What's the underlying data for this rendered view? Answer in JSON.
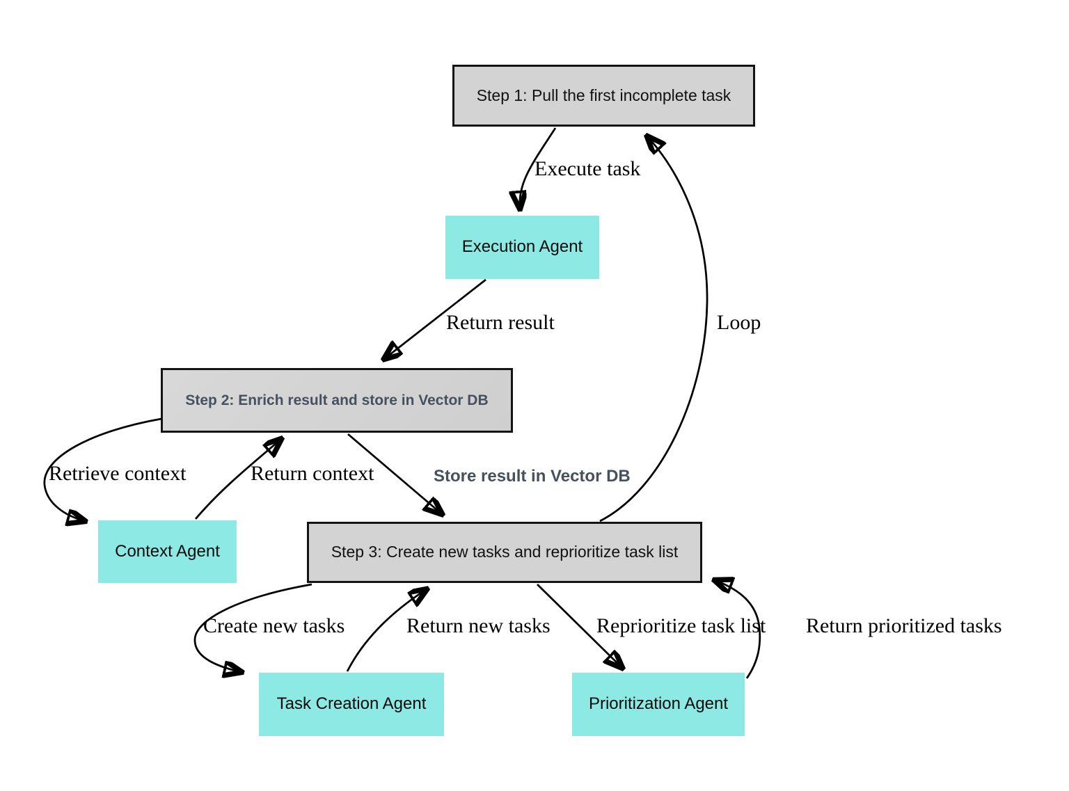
{
  "diagram": {
    "colors": {
      "background": "#ffffff",
      "step_fill": "#d3d3d3",
      "step_border": "#141414",
      "step_text": "#111111",
      "step2_text": "#45515e",
      "agent_fill": "#8de9e3",
      "agent_text": "#0b0b0b",
      "edge_stroke": "#000000"
    },
    "nodes": {
      "step1": {
        "label": "Step 1: Pull the first incomplete task",
        "type": "step"
      },
      "execution_agent": {
        "label": "Execution Agent",
        "type": "agent"
      },
      "step2": {
        "label": "Step 2: Enrich result and store in Vector DB",
        "type": "step"
      },
      "context_agent": {
        "label": "Context Agent",
        "type": "agent"
      },
      "step3": {
        "label": "Step 3: Create new tasks and reprioritize task list",
        "type": "step"
      },
      "task_creation_agent": {
        "label": "Task Creation Agent",
        "type": "agent"
      },
      "prioritization_agent": {
        "label": "Prioritization Agent",
        "type": "agent"
      }
    },
    "edges": {
      "execute_task": {
        "label": "Execute task",
        "from": "step1",
        "to": "execution_agent"
      },
      "return_result": {
        "label": "Return result",
        "from": "execution_agent",
        "to": "step2"
      },
      "retrieve_context": {
        "label": "Retrieve context",
        "from": "step2",
        "to": "context_agent"
      },
      "return_context": {
        "label": "Return context",
        "from": "context_agent",
        "to": "step2"
      },
      "store_result": {
        "label": "Store result in Vector DB",
        "from": "step2",
        "to": "step3"
      },
      "loop": {
        "label": "Loop",
        "from": "step3",
        "to": "step1"
      },
      "create_new_tasks": {
        "label": "Create new tasks",
        "from": "step3",
        "to": "task_creation_agent"
      },
      "return_new_tasks": {
        "label": "Return new tasks",
        "from": "task_creation_agent",
        "to": "step3"
      },
      "reprioritize_task_list": {
        "label": "Reprioritize task list",
        "from": "step3",
        "to": "prioritization_agent"
      },
      "return_prioritized_tasks": {
        "label": "Return prioritized tasks",
        "from": "prioritization_agent",
        "to": "step3"
      }
    }
  }
}
